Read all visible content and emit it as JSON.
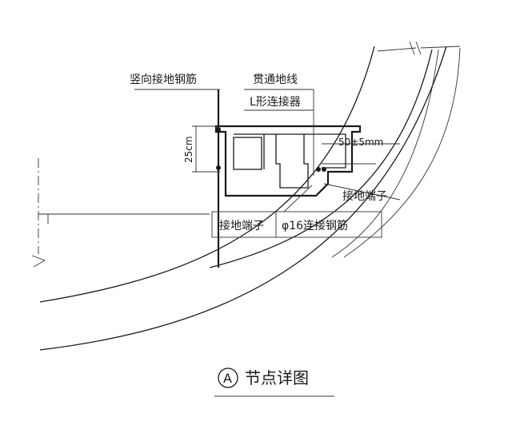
{
  "labels": {
    "vertical_ground_bar": "竖向接地钢筋",
    "through_ground_wire": "贯通地线",
    "l_connector": "L形连接器",
    "dim_25cm": "25cm",
    "dim_50mm": "50±5mm",
    "ground_terminal_right": "接地端子",
    "ground_terminal_left": "接地端子",
    "rebar_16": "φ16连接钢筋",
    "callout_letter": "A",
    "callout_title": "节点详图"
  }
}
